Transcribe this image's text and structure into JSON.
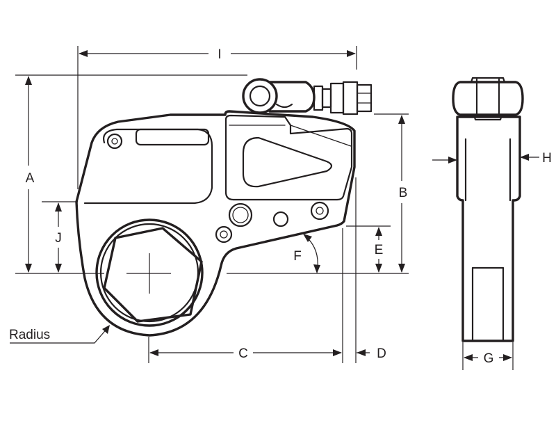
{
  "diagram": {
    "labels": {
      "I": "I",
      "A": "A",
      "B": "B",
      "J": "J",
      "E": "E",
      "F": "F",
      "C": "C",
      "D": "D",
      "G": "G",
      "H": "H",
      "radius": "Radius"
    },
    "colors": {
      "ink": "#231f20",
      "paper": "#ffffff"
    }
  }
}
